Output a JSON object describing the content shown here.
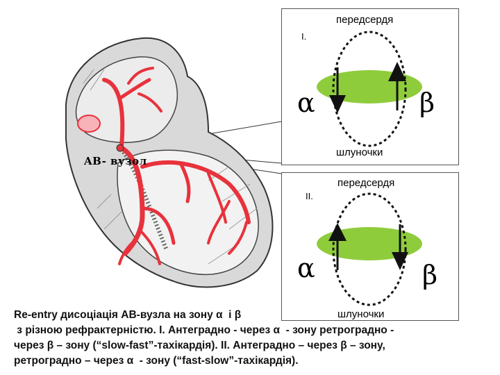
{
  "heart": {
    "av_label": "AB- вузол"
  },
  "panel1": {
    "top_label": "передсердя",
    "roman": "I.",
    "alpha": "α",
    "beta": "β",
    "bottom_label": "шлуночки"
  },
  "panel2": {
    "top_label": "передсердя",
    "roman": "II.",
    "alpha": "α",
    "beta": "β",
    "bottom_label": "шлуночки"
  },
  "caption": {
    "line1": "Re-entry дисоціація АВ-вузла на зону α  і β",
    "line2": " з різною рефрактерністю. I. Антеградно - через α  - зону ретроградно -",
    "line3": "через β – зону (“slow-fast”-тахікардія). II. Антеградно – через β – зону,",
    "line4": "ретроградно – через α  - зону (“fast-slow”-тахікардія)."
  },
  "colors": {
    "node_green": "#8fcc3c",
    "heart_red": "#e8323c",
    "heart_pink": "#f7b3b8",
    "outline": "#333333"
  }
}
